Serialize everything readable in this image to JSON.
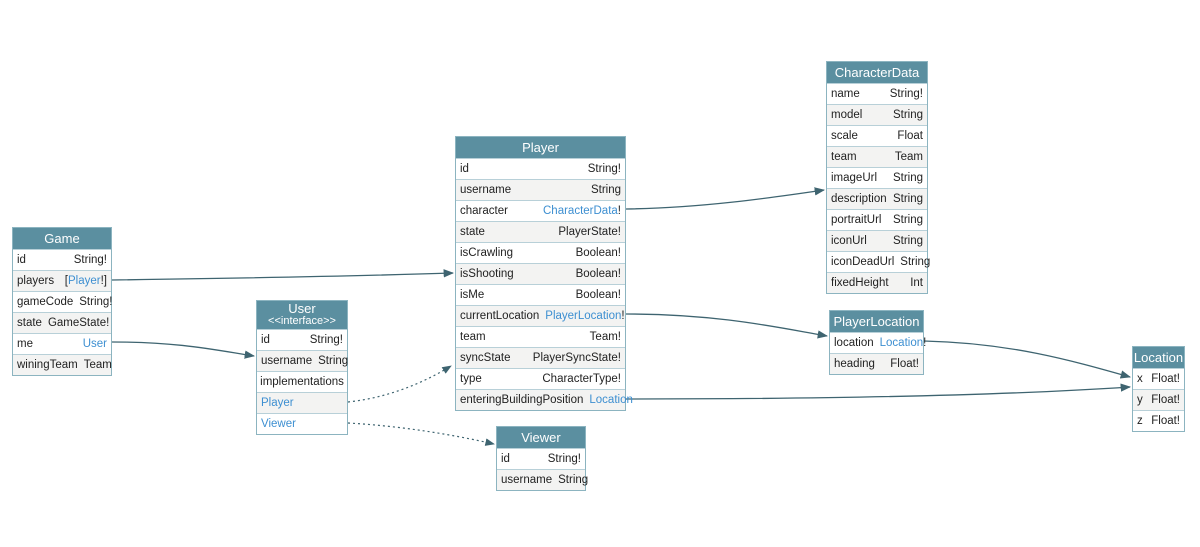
{
  "diagram": {
    "colors": {
      "header_bg": "#5b8fa0",
      "border": "#8cb4c0",
      "link": "#3d8fd1",
      "edge": "#3e6470",
      "row_alt": "#f3f3f2"
    },
    "nodes": {
      "game": {
        "title": "Game",
        "fields": [
          {
            "name": "id",
            "type": "String!"
          },
          {
            "name": "players",
            "type_prefix": "[",
            "type_link": "Player",
            "type_suffix": "!]"
          },
          {
            "name": "gameCode",
            "type": "String!"
          },
          {
            "name": "state",
            "type": "GameState!"
          },
          {
            "name": "me",
            "type_link": "User"
          },
          {
            "name": "winingTeam",
            "type": "Team"
          }
        ]
      },
      "user": {
        "title": "User",
        "subtitle": "<<interface>>",
        "fields": [
          {
            "name": "id",
            "type": "String!"
          },
          {
            "name": "username",
            "type": "String"
          }
        ],
        "implementations_label": "implementations",
        "implementations": [
          "Player",
          "Viewer"
        ]
      },
      "player": {
        "title": "Player",
        "fields": [
          {
            "name": "id",
            "type": "String!"
          },
          {
            "name": "username",
            "type": "String"
          },
          {
            "name": "character",
            "type_link": "CharacterData",
            "type_suffix": "!"
          },
          {
            "name": "state",
            "type": "PlayerState!"
          },
          {
            "name": "isCrawling",
            "type": "Boolean!"
          },
          {
            "name": "isShooting",
            "type": "Boolean!"
          },
          {
            "name": "isMe",
            "type": "Boolean!"
          },
          {
            "name": "currentLocation",
            "type_link": "PlayerLocation",
            "type_suffix": "!"
          },
          {
            "name": "team",
            "type": "Team!"
          },
          {
            "name": "syncState",
            "type": "PlayerSyncState!"
          },
          {
            "name": "type",
            "type": "CharacterType!"
          },
          {
            "name": "enteringBuildingPosition",
            "type_link": "Location"
          }
        ]
      },
      "viewer": {
        "title": "Viewer",
        "fields": [
          {
            "name": "id",
            "type": "String!"
          },
          {
            "name": "username",
            "type": "String"
          }
        ]
      },
      "characterData": {
        "title": "CharacterData",
        "fields": [
          {
            "name": "name",
            "type": "String!"
          },
          {
            "name": "model",
            "type": "String"
          },
          {
            "name": "scale",
            "type": "Float"
          },
          {
            "name": "team",
            "type": "Team"
          },
          {
            "name": "imageUrl",
            "type": "String"
          },
          {
            "name": "description",
            "type": "String"
          },
          {
            "name": "portraitUrl",
            "type": "String"
          },
          {
            "name": "iconUrl",
            "type": "String"
          },
          {
            "name": "iconDeadUrl",
            "type": "String"
          },
          {
            "name": "fixedHeight",
            "type": "Int"
          }
        ]
      },
      "playerLocation": {
        "title": "PlayerLocation",
        "fields": [
          {
            "name": "location",
            "type_link": "Location",
            "type_suffix": "!"
          },
          {
            "name": "heading",
            "type": "Float!"
          }
        ]
      },
      "location": {
        "title": "Location",
        "fields": [
          {
            "name": "x",
            "type": "Float!"
          },
          {
            "name": "y",
            "type": "Float!"
          },
          {
            "name": "z",
            "type": "Float!"
          }
        ]
      }
    }
  }
}
